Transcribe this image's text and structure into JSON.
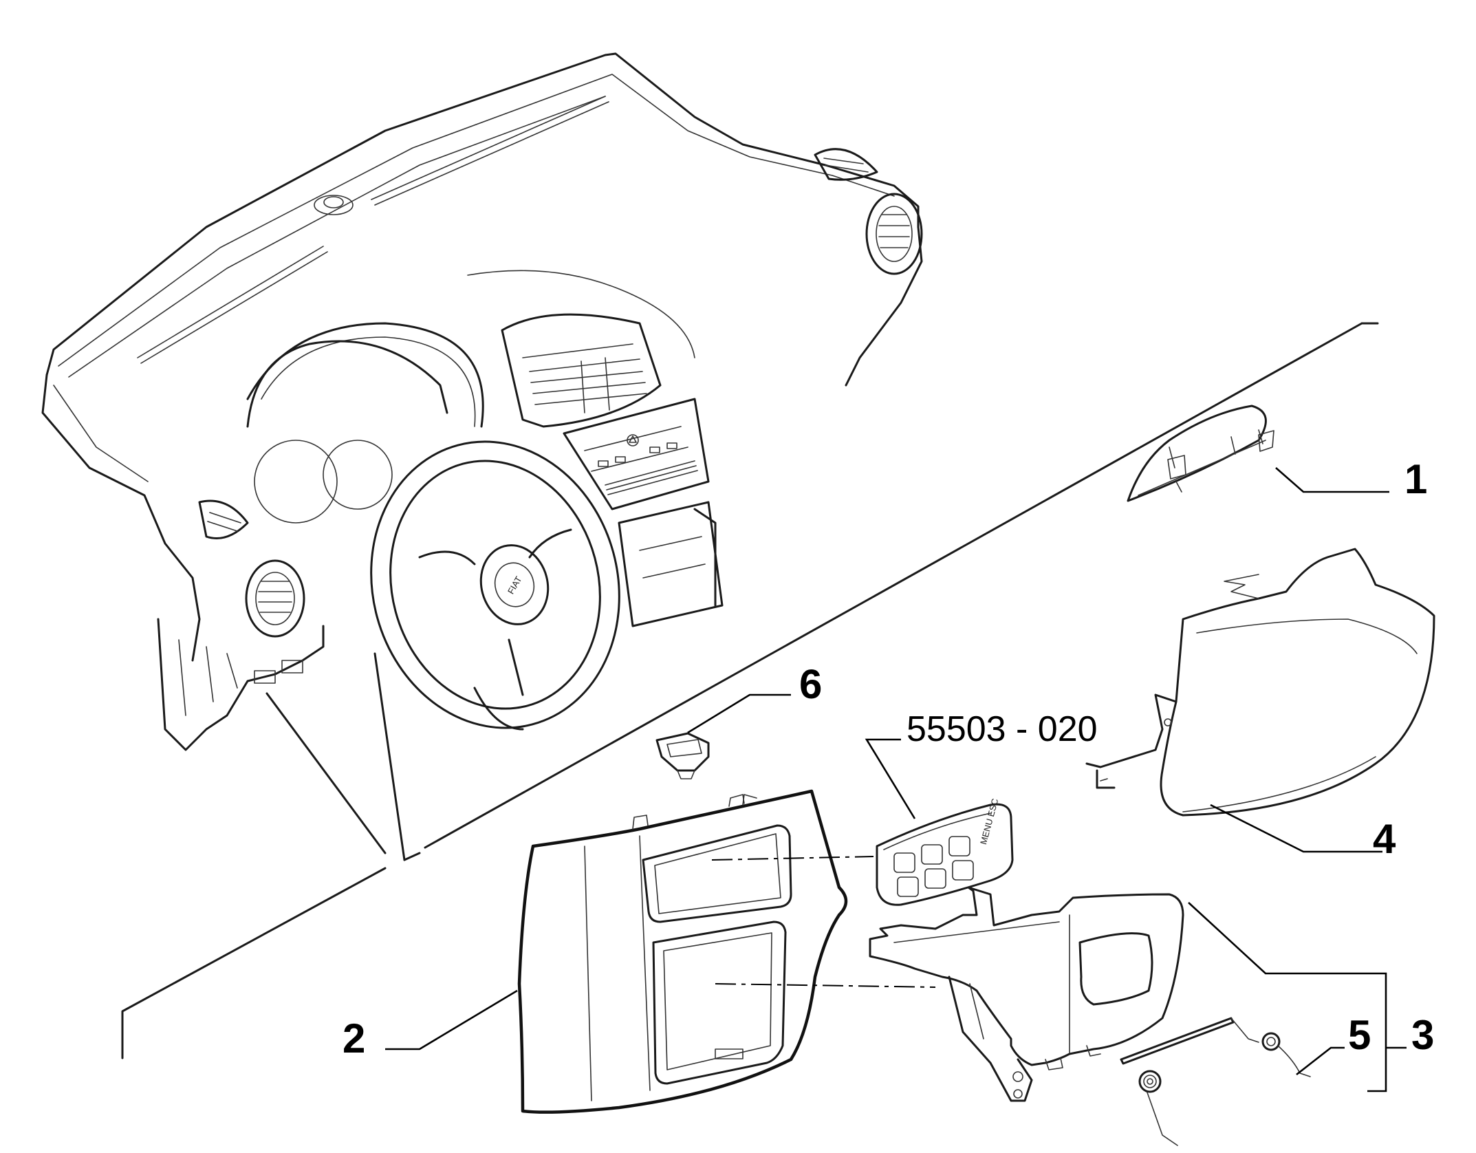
{
  "diagram": {
    "callouts": [
      {
        "id": "1",
        "label": "1"
      },
      {
        "id": "2",
        "label": "2"
      },
      {
        "id": "3",
        "label": "3"
      },
      {
        "id": "4",
        "label": "4"
      },
      {
        "id": "5",
        "label": "5"
      },
      {
        "id": "6",
        "label": "6"
      }
    ],
    "part_number": "55503 - 020",
    "steering_wheel_logo": "FIAT",
    "switch_panel_text": "MENU ESC",
    "line_color": "#1a1a1a",
    "background_color": "#ffffff"
  }
}
